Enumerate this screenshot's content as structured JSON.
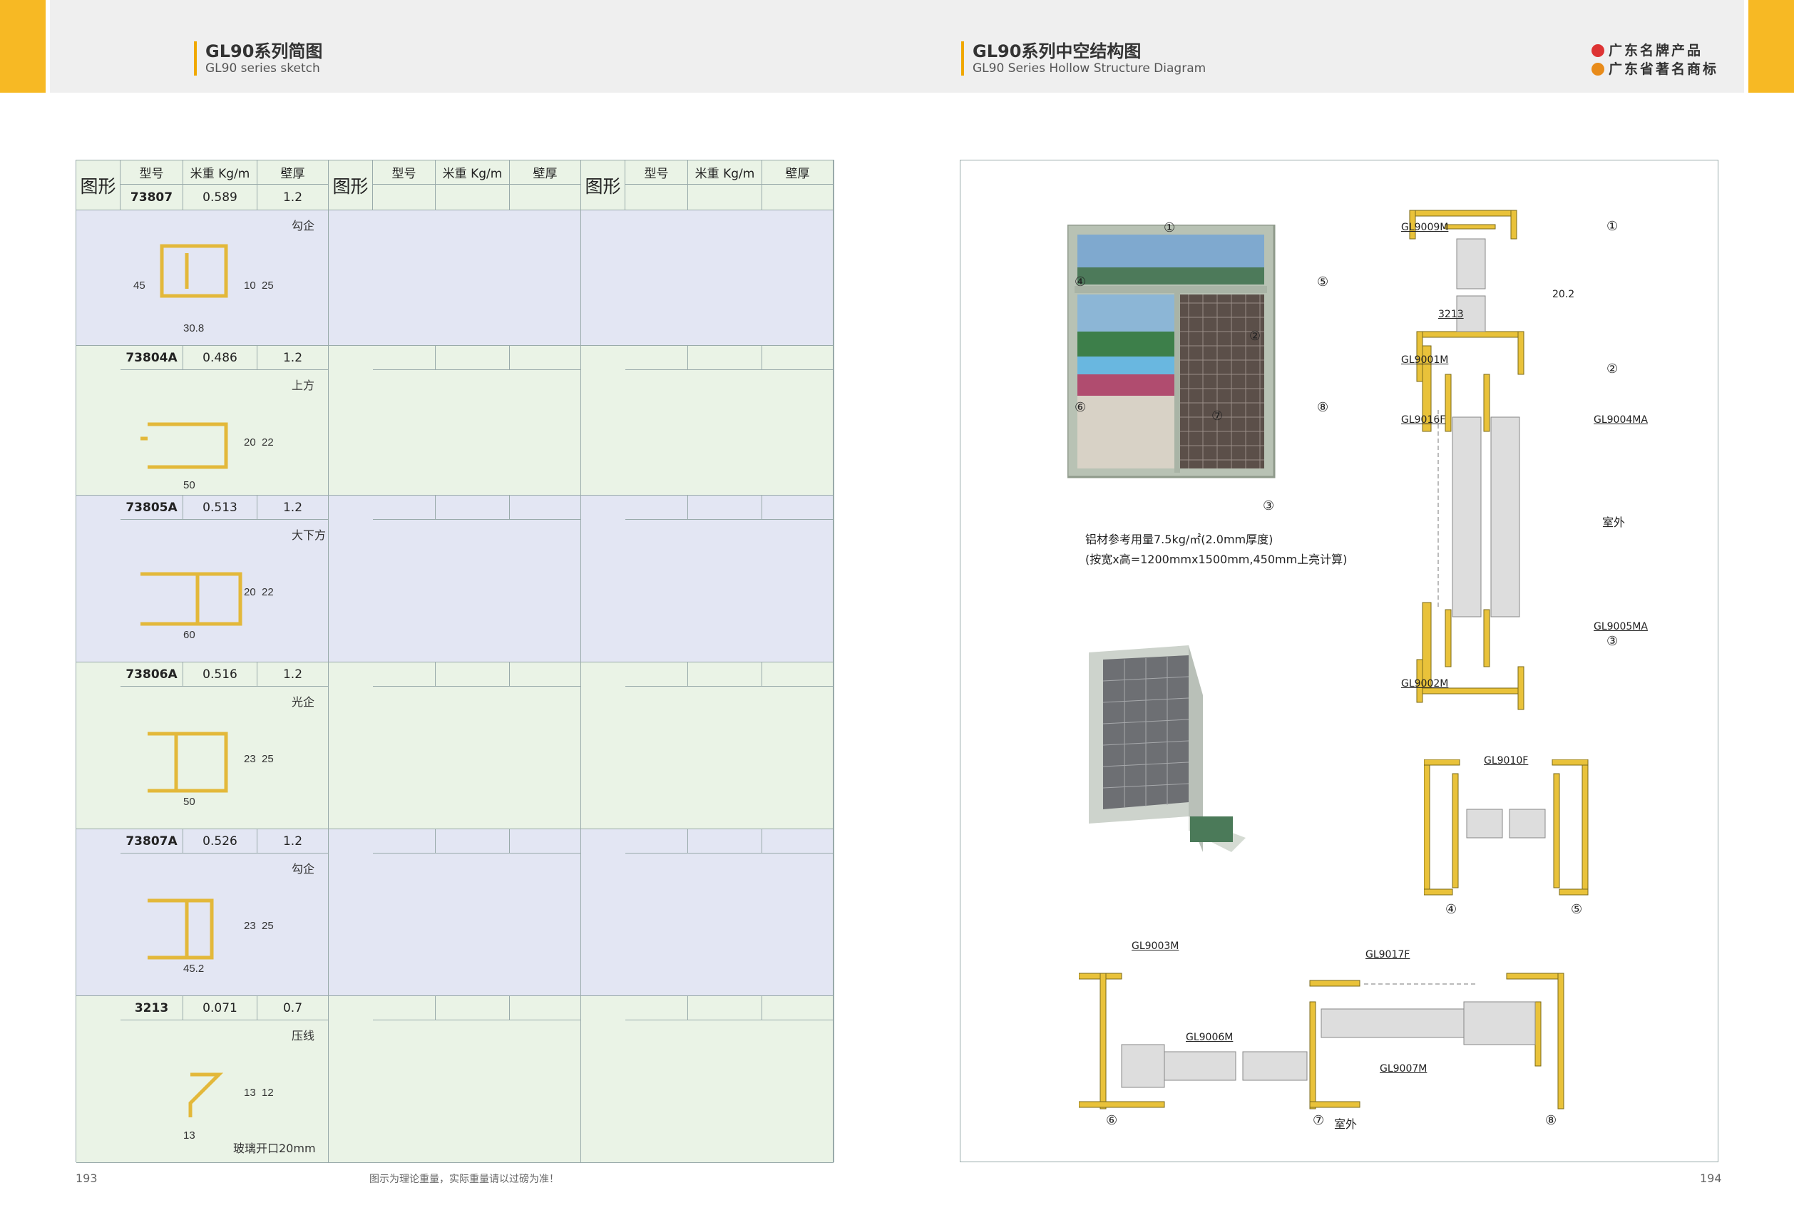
{
  "header": {
    "left_title_cn": "GL90系列简图",
    "left_title_en": "GL90 series sketch",
    "right_title_cn": "GL90系列中空结构图",
    "right_title_en": "GL90 Series Hollow Structure Diagram",
    "brand_1": "广东名牌产品",
    "brand_2": "广东省著名商标"
  },
  "table": {
    "col_headers": {
      "shape": "图形",
      "model": "型号",
      "weight": "米重 Kg/m",
      "thickness": "壁厚"
    },
    "rows": [
      {
        "model": "73807",
        "weight": "0.589",
        "thickness": "1.2",
        "name": "勾企",
        "dims": [
          "30.8",
          "10",
          "25",
          "45"
        ]
      },
      {
        "model": "73804A",
        "weight": "0.486",
        "thickness": "1.2",
        "name": "上方",
        "dims": [
          "50",
          "20",
          "22"
        ]
      },
      {
        "model": "73805A",
        "weight": "0.513",
        "thickness": "1.2",
        "name": "大下方",
        "dims": [
          "60",
          "20",
          "22"
        ]
      },
      {
        "model": "73806A",
        "weight": "0.516",
        "thickness": "1.2",
        "name": "光企",
        "dims": [
          "50",
          "23",
          "25"
        ]
      },
      {
        "model": "73807A",
        "weight": "0.526",
        "thickness": "1.2",
        "name": "勾企",
        "dims": [
          "45.2",
          "23",
          "25"
        ]
      },
      {
        "model": "3213",
        "weight": "0.071",
        "thickness": "0.7",
        "name": "压线",
        "dims": [
          "13",
          "13",
          "12"
        ],
        "note": "玻璃开口20mm"
      }
    ]
  },
  "diagram": {
    "usage_line1": "铝材参考用量7.5kg/㎡(2.0mm厚度)",
    "usage_line2": "(按宽x高=1200mmx1500mm,450mm上亮计算)",
    "outdoor": "室外",
    "outdoor2": "室外",
    "labels": {
      "gl9009m": "GL9009M",
      "l3213": "3213",
      "d202": "20.2",
      "gl9001m": "GL9001M",
      "gl9016f": "GL9016F",
      "gl9004ma": "GL9004MA",
      "gl9005ma": "GL9005MA",
      "gl9002m": "GL9002M",
      "gl9010f": "GL9010F",
      "gl9003m": "GL9003M",
      "gl9017f": "GL9017F",
      "gl9006m": "GL9006M",
      "gl9007m": "GL9007M"
    },
    "circled": [
      "①",
      "②",
      "③",
      "④",
      "⑤",
      "⑥",
      "⑦",
      "⑧"
    ]
  },
  "footer": {
    "page_left": "193",
    "note": "图示为理论重量，实际重量请以过磅为准！",
    "page_right": "194"
  },
  "colors": {
    "accent": "#f7b924",
    "band_blue": "#e3e6f3",
    "band_green": "#eaf3e6",
    "profile": "#e9c23a"
  }
}
